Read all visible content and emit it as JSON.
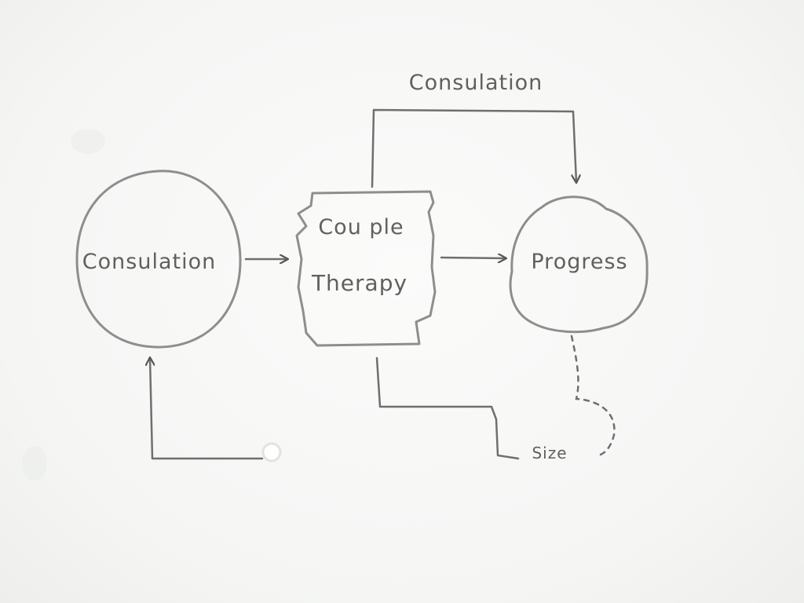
{
  "diagram": {
    "nodes": {
      "consultation": {
        "label": "Consulation",
        "shape": "circle"
      },
      "therapy": {
        "label_line1": "Cou ple",
        "label_line2": "Therapy",
        "shape": "rough-rectangle"
      },
      "progress": {
        "label": "Progress",
        "shape": "cloud"
      }
    },
    "edges": {
      "top_label": "Consulation",
      "bottom_label": "Size"
    }
  },
  "colors": {
    "background": "#f6f7f5",
    "stroke": "#8d8f8c",
    "ink": "#5f615e"
  }
}
